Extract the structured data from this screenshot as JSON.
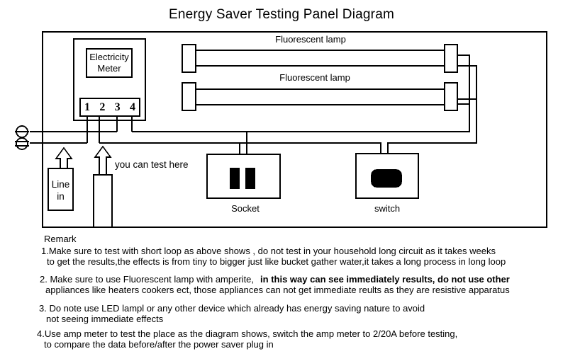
{
  "title": "Energy Saver Testing Panel Diagram",
  "diagram": {
    "meter": {
      "label_line1": "Electricity",
      "label_line2": "Meter",
      "terminals": [
        "1",
        "2",
        "3",
        "4"
      ]
    },
    "lamp1_label": "Fluorescent lamp",
    "lamp2_label": "Fluorescent lamp",
    "socket_label": "Socket",
    "switch_label": "switch",
    "line_in_line1": "Line",
    "line_in_line2": "in",
    "test_here_label": "you can test here"
  },
  "remarks": {
    "heading": "Remark",
    "item1_line1": "1.Make sure to test with short loop as above shows , do not test in your household long circuit as it takes weeks",
    "item1_line2": "to get the results,the effects is from tiny to bigger just like bucket gather water,it takes a long process in long loop",
    "item2_line1_normal": "2. Make sure to use Fluorescent lamp with amperite,",
    "item2_line1_bold": "in this way can see immediately results, do not use other",
    "item2_line2": "appliances like heaters cookers ect, those appliances can not get immediate reults as they are resistive apparatus",
    "item3_line1": "3. Do note use LED lampl or any other device which already has energy saving nature to avoid",
    "item3_line2": "not seeing immediate effects",
    "item4_line1": "4.Use amp meter to test the place as the diagram shows, switch the amp meter to 2/20A before testing,",
    "item4_line2": "to compare the data before/after the power saver plug in"
  }
}
